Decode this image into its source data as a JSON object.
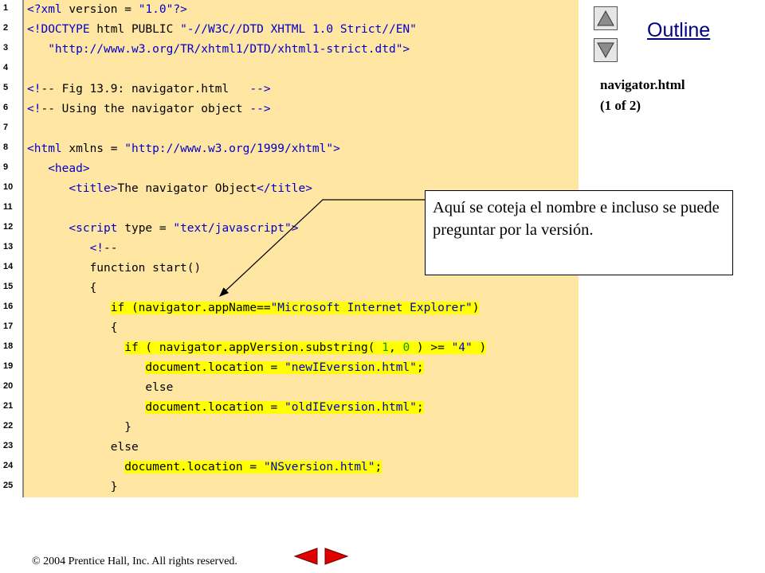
{
  "code_lines": [
    {
      "n": "1",
      "code": "<?xml version = \"1.0\"?>"
    },
    {
      "n": "2",
      "code": "<!DOCTYPE html PUBLIC \"-//W3C//DTD XHTML 1.0 Strict//EN\""
    },
    {
      "n": "3",
      "code": "   \"http://www.w3.org/TR/xhtml1/DTD/xhtml1-strict.dtd\">"
    },
    {
      "n": "4",
      "code": ""
    },
    {
      "n": "5",
      "code": "<!-- Fig 13.9: navigator.html   -->"
    },
    {
      "n": "6",
      "code": "<!-- Using the navigator object -->"
    },
    {
      "n": "7",
      "code": ""
    },
    {
      "n": "8",
      "code": "<html xmlns = \"http://www.w3.org/1999/xhtml\">"
    },
    {
      "n": "9",
      "code": "   <head>"
    },
    {
      "n": "10",
      "code": "      <title>The navigator Object</title>"
    },
    {
      "n": "11",
      "code": ""
    },
    {
      "n": "12",
      "code": "      <script type = \"text/javascript\">"
    },
    {
      "n": "13",
      "code": "         <!--"
    },
    {
      "n": "14",
      "code": "         function start()"
    },
    {
      "n": "15",
      "code": "         {"
    },
    {
      "n": "16",
      "code": "            if (navigator.appName==\"Microsoft Internet Explorer\")"
    },
    {
      "n": "17",
      "code": "            {"
    },
    {
      "n": "18",
      "code": "              if ( navigator.appVersion.substring( 1, 0 ) >= \"4\" )"
    },
    {
      "n": "19",
      "code": "                 document.location = \"newIEversion.html\";"
    },
    {
      "n": "20",
      "code": "                 else"
    },
    {
      "n": "21",
      "code": "                 document.location = \"oldIEversion.html\";"
    },
    {
      "n": "22",
      "code": "              }"
    },
    {
      "n": "23",
      "code": "            else"
    },
    {
      "n": "24",
      "code": "              document.location = \"NSversion.html\";"
    },
    {
      "n": "25",
      "code": "            }"
    }
  ],
  "sidebar": {
    "outline_label": "Outline",
    "file_name": "navigator.html",
    "page_info": "(1 of 2)"
  },
  "callout": {
    "text": "Aquí se coteja el nombre e incluso se puede preguntar por la versión."
  },
  "footer": {
    "copyright": "© 2004 Prentice Hall, Inc.  All rights reserved."
  },
  "colors": {
    "code_background": "#ffe6a3",
    "highlight": "#ffff00",
    "nav_arrow_red": "#e00000",
    "outline_link": "#000080"
  },
  "icons": [
    "up-arrow-icon",
    "down-arrow-icon",
    "previous-slide-icon",
    "next-slide-icon"
  ]
}
